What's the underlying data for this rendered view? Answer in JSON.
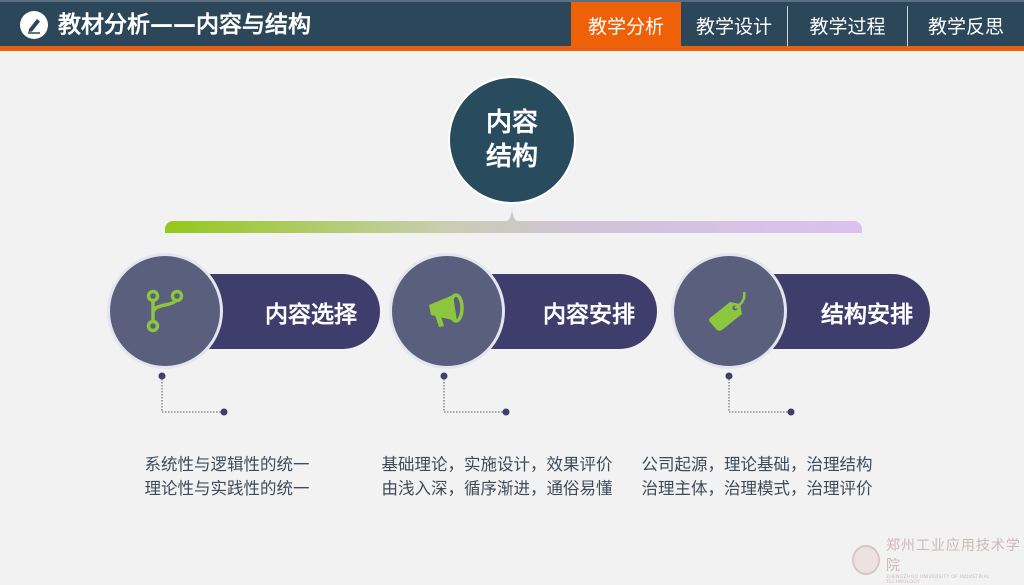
{
  "header": {
    "title": "教材分析——内容与结构",
    "tabs": [
      {
        "label": "教学分析",
        "active": true
      },
      {
        "label": "教学设计"
      },
      {
        "label": "教学过程"
      },
      {
        "label": "教学反思"
      }
    ]
  },
  "center": {
    "line1": "内容",
    "line2": "结构"
  },
  "colors": {
    "header": "#2b4759",
    "accent": "#ee6108",
    "icon": "#8dc63f",
    "pill": "#3f3d6b",
    "circle": "#5a5f7e"
  },
  "items": [
    {
      "icon": "branch-icon",
      "label": "内容选择",
      "lines": [
        "系统性与逻辑性的统一",
        "理论性与实践性的统一"
      ]
    },
    {
      "icon": "megaphone-icon",
      "label": "内容安排",
      "lines": [
        "基础理论，实施设计，效果评价",
        "由浅入深，循序渐进，通俗易懂"
      ]
    },
    {
      "icon": "tag-icon",
      "label": "结构安排",
      "lines": [
        "公司起源，理论基础，治理结构",
        "治理主体，治理模式，治理评价"
      ]
    }
  ],
  "logo": {
    "cn": "郑州工业应用技术学院",
    "en": "ZHENGZHOU UNIVERSITY OF INDUSTRIAL TECHNOLOGY"
  }
}
